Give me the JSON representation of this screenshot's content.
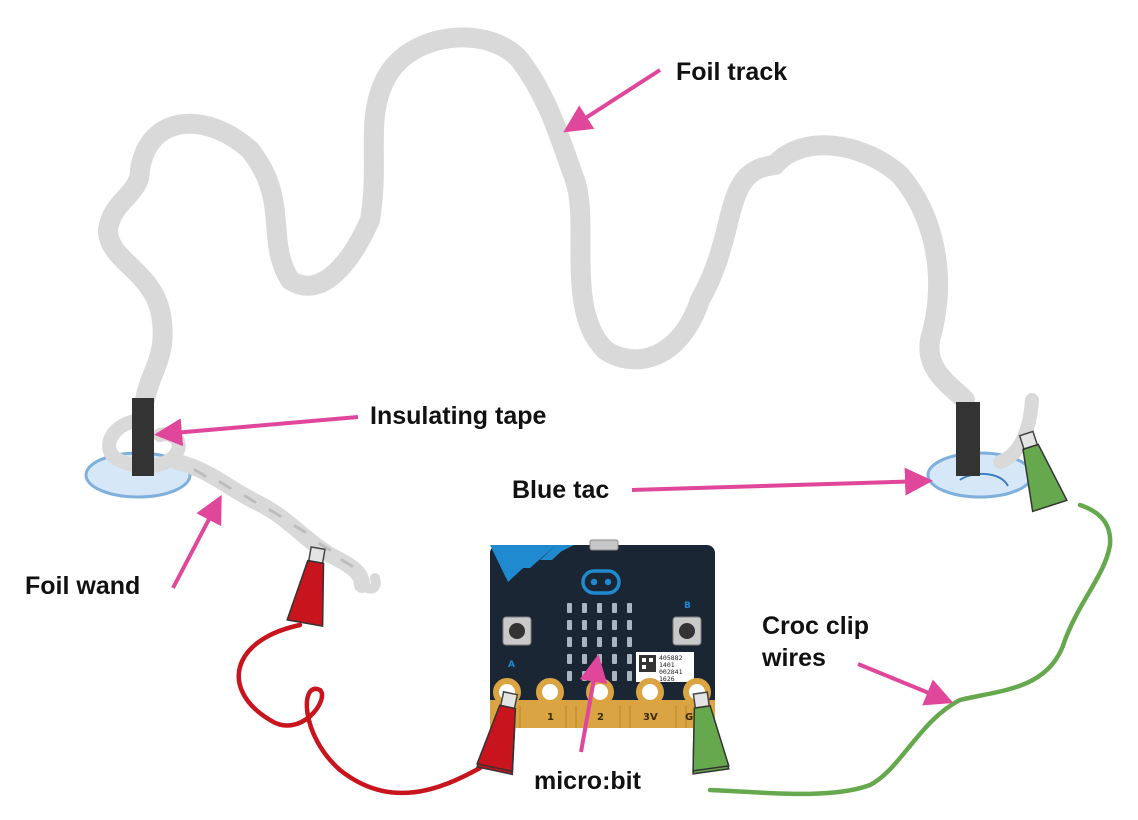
{
  "labels": {
    "foil_track": "Foil track",
    "insulating_tape": "Insulating tape",
    "blue_tac": "Blue tac",
    "foil_wand": "Foil wand",
    "croc_clip_line1": "Croc clip",
    "croc_clip_line2": "wires",
    "microbit": "micro:bit"
  },
  "board": {
    "pins": [
      "1",
      "2",
      "3V",
      "G"
    ],
    "button_a": "A",
    "button_b": "B",
    "sticker_lines": [
      "405882",
      "1401",
      "002841",
      "1626"
    ]
  },
  "colors": {
    "foil": "#d9d9d9",
    "tape": "#333333",
    "blue_tac": "#d6e8f8",
    "blue_tac_edge": "#7fb0dc",
    "arrow": "#e0479a",
    "red_wire": "#c8141c",
    "green_wire": "#66a84e",
    "board": "#1b2634",
    "board_accent": "#1f8ad0",
    "gold": "#d9a441"
  }
}
